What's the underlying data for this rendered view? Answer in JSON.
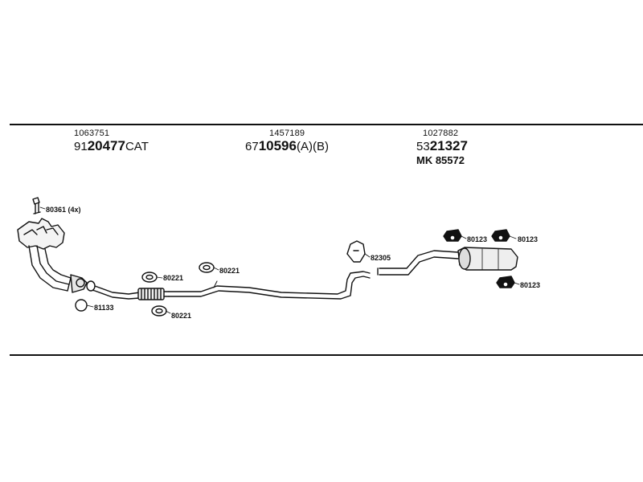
{
  "groups": [
    {
      "ref": "1063751",
      "prefix": "91",
      "main": "20477",
      "suffix": "CAT",
      "extra": ""
    },
    {
      "ref": "1457189",
      "prefix": "67",
      "main": "10596",
      "suffix": "(A)(B)",
      "extra": ""
    },
    {
      "ref": "1027882",
      "prefix": "53",
      "main": "21327",
      "suffix": "",
      "extra": "MK 85572"
    }
  ],
  "callouts": {
    "bolts_4x": "80361 (4x)",
    "gasket_ring": "81133",
    "clamp_1": "80221",
    "clamp_2": "80221",
    "clamp_3": "80221",
    "clamp_bracket": "82305",
    "hanger_1": "80123",
    "hanger_2": "80123",
    "hanger_3": "80123"
  }
}
